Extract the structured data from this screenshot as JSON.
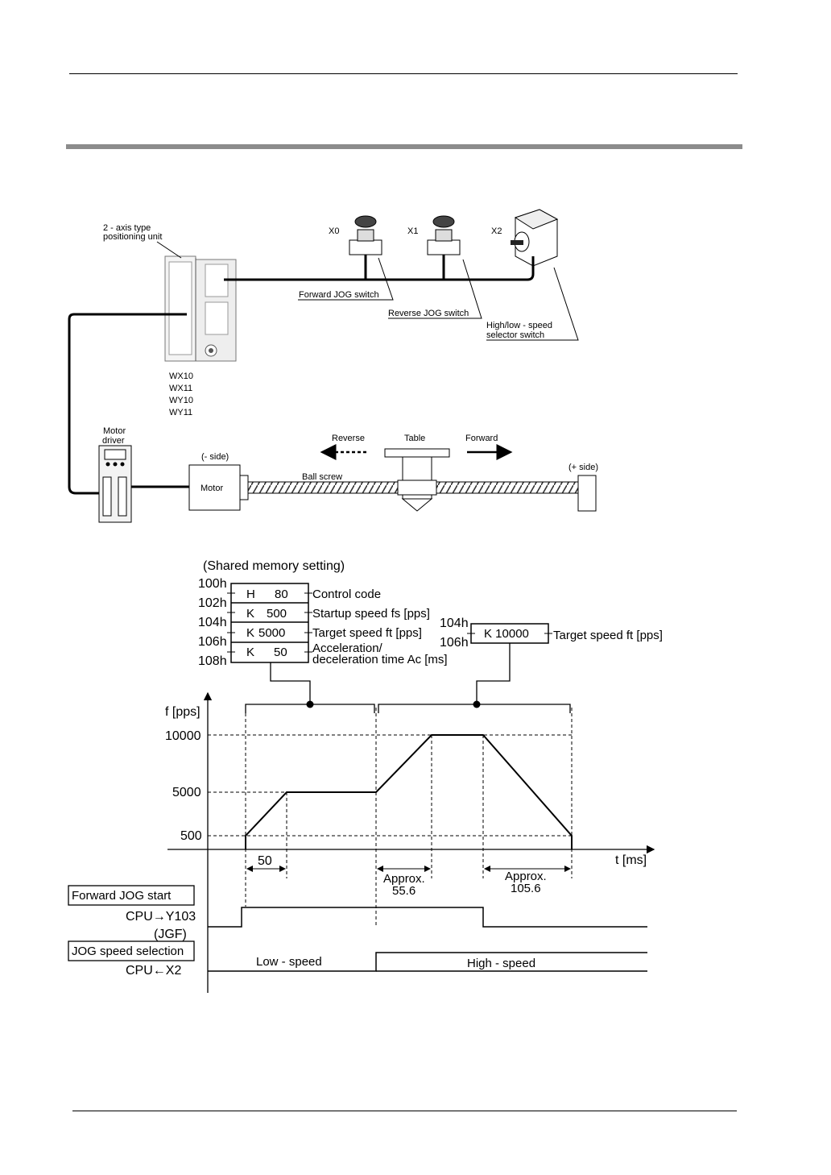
{
  "wiring": {
    "unit_label_line1": "2 - axis type",
    "unit_label_line2": "positioning unit",
    "switch_x0": "X0",
    "switch_x1": "X1",
    "switch_x2": "X2",
    "forward_jog_switch": "Forward JOG switch",
    "reverse_jog_switch": "Reverse JOG switch",
    "selector_line1": "High/low - speed",
    "selector_line2": "selector switch",
    "registers": [
      "WX10",
      "WX11",
      "WY10",
      "WY11"
    ],
    "motor_driver_line1": "Motor",
    "motor_driver_line2": "driver",
    "minus_side": "(- side)",
    "plus_side": "(+ side)",
    "motor": "Motor",
    "ball_screw": "Ball screw",
    "reverse": "Reverse",
    "table": "Table",
    "forward": "Forward"
  },
  "memory": {
    "heading": "(Shared memory setting)",
    "addresses": [
      "100h",
      "102h",
      "104h",
      "106h",
      "108h"
    ],
    "rows": [
      {
        "prefix": "H",
        "value": "80",
        "label": "Control code"
      },
      {
        "prefix": "K",
        "value": "500",
        "label": "Startup speed fs [pps]"
      },
      {
        "prefix": "K",
        "value": "5000",
        "label": "Target speed ft [pps]"
      },
      {
        "prefix": "K",
        "value": "50",
        "label": "Acceleration/"
      }
    ],
    "row4_label_line2": "deceleration time Ac [ms]",
    "right_addresses": [
      "104h",
      "106h"
    ],
    "right_value": "K 10000",
    "right_label": "Target speed ft [pps]"
  },
  "timing": {
    "ylabel": "f [pps]",
    "xlabel": "t [ms]",
    "y_ticks": [
      "10000",
      "5000",
      "500"
    ],
    "dim_50": "50",
    "approx1_line1": "Approx.",
    "approx1_line2": "55.6",
    "approx2_line1": "Approx.",
    "approx2_line2": "105.6",
    "forward_jog_start": "Forward JOG start",
    "cpu_y103": "CPU→Y103",
    "jgf": "(JGF)",
    "jog_speed_selection": "JOG speed selection",
    "cpu_x2": "CPU←X2",
    "low_speed": "Low - speed",
    "high_speed": "High - speed"
  }
}
